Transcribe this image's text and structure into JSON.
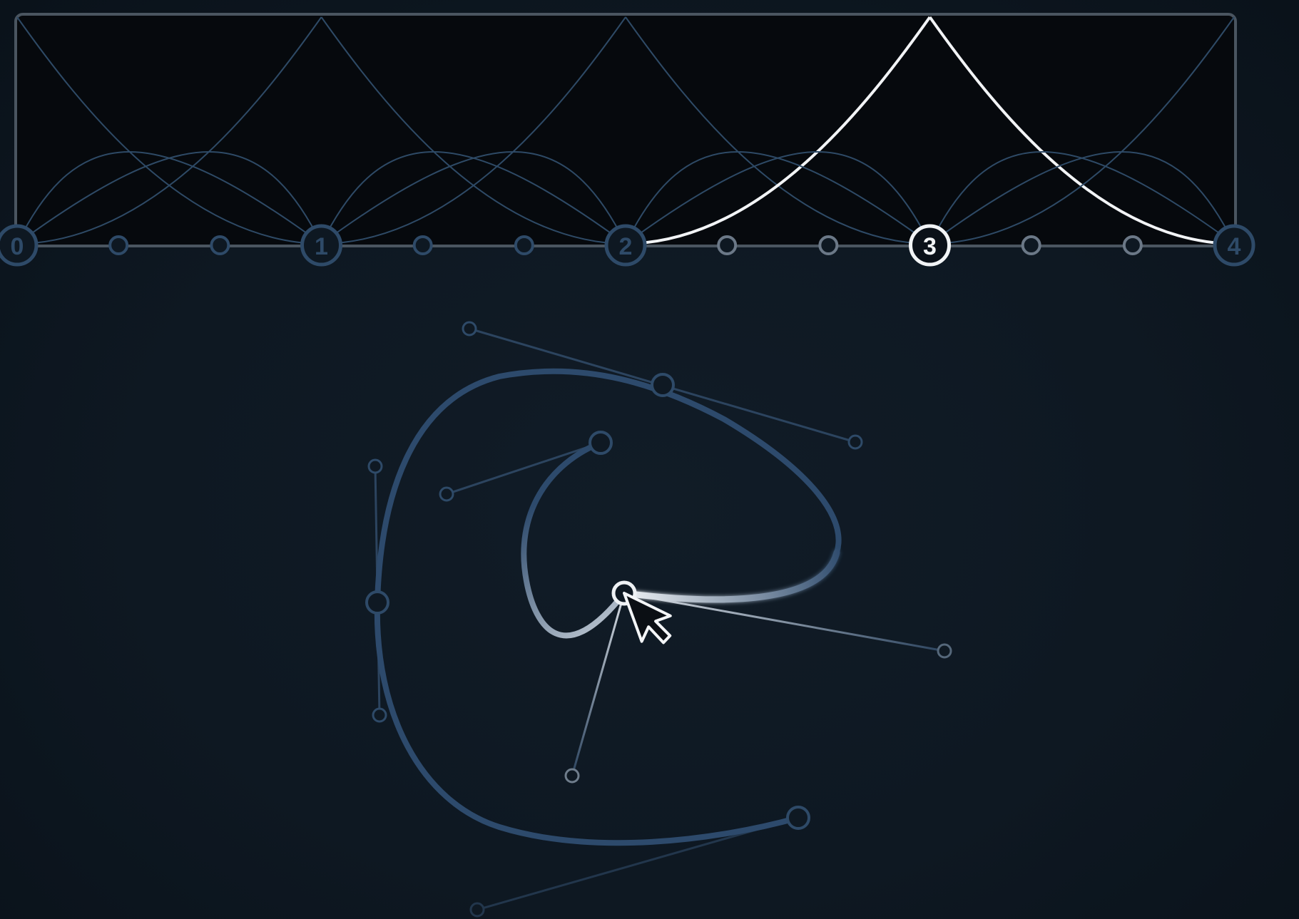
{
  "knot_labels": [
    "0",
    "1",
    "2",
    "3",
    "4"
  ],
  "active_knot_index": 3,
  "colors": {
    "background": "#0f1923",
    "panel": "#06090d",
    "panel_border": "#4a5560",
    "basis_curve": "#2e4a66",
    "highlight": "#f2f4f6",
    "handle_line": "#2c445f",
    "spline_curve": "#2d4a6c",
    "knot_fill": "#0e1822"
  },
  "icons": {
    "cursor": "mouse-pointer-arrow"
  }
}
